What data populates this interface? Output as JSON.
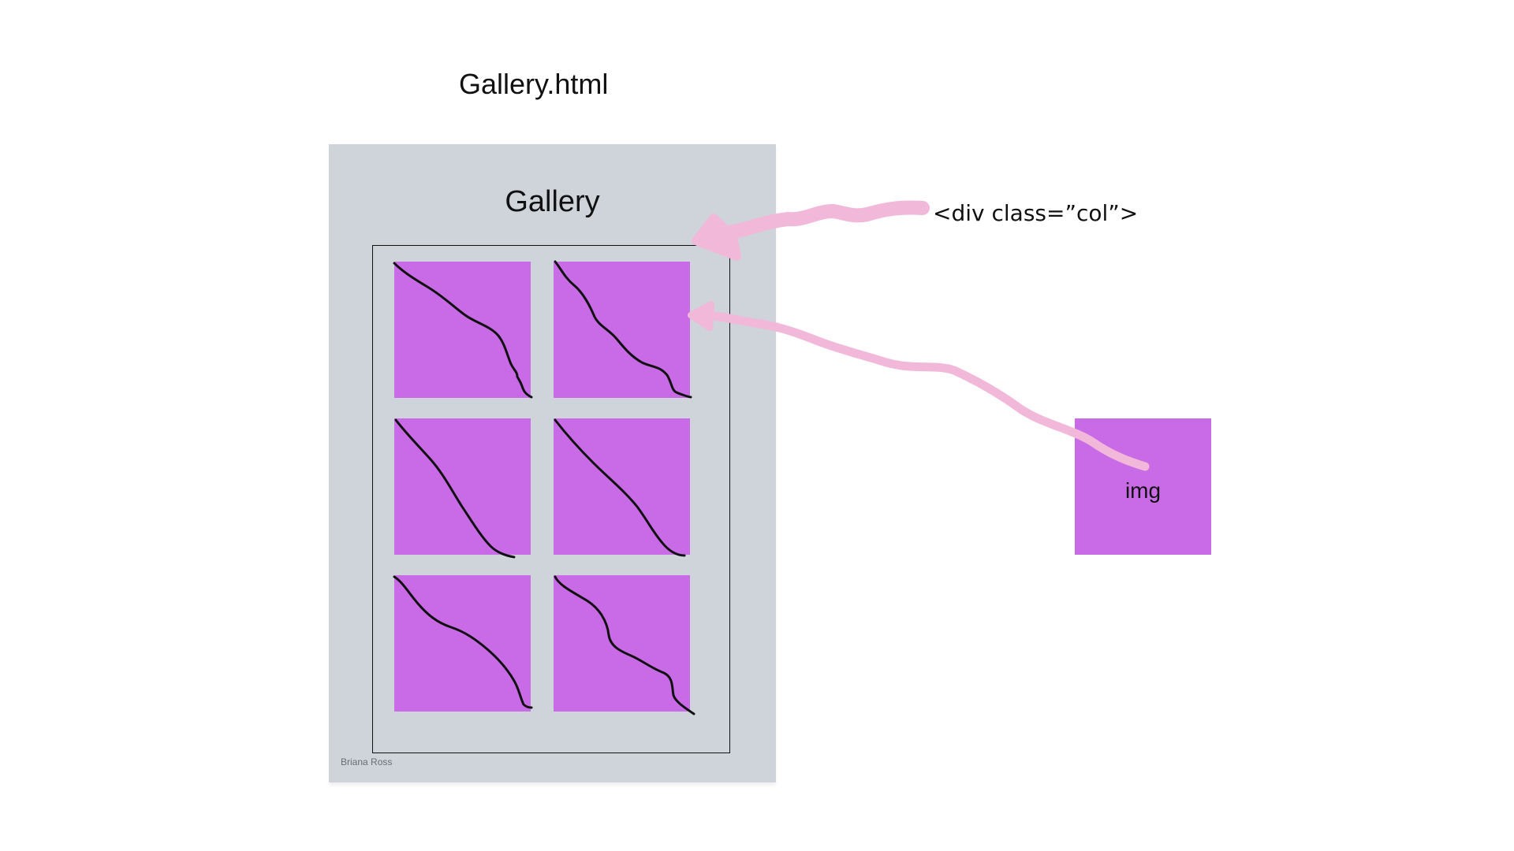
{
  "file_title": "Gallery.html",
  "page": {
    "heading": "Gallery",
    "author": "Briana Ross"
  },
  "annotations": {
    "col_label": "<div  class=”col”>",
    "img_label": "img"
  },
  "colors": {
    "page_background": "#cfd3da",
    "tile_fill": "#c96be6",
    "arrow_pink": "#f2b8da",
    "line": "#111111"
  },
  "tiles": [
    {
      "id": "tile-1"
    },
    {
      "id": "tile-2"
    },
    {
      "id": "tile-3"
    },
    {
      "id": "tile-4"
    },
    {
      "id": "tile-5"
    },
    {
      "id": "tile-6"
    }
  ]
}
